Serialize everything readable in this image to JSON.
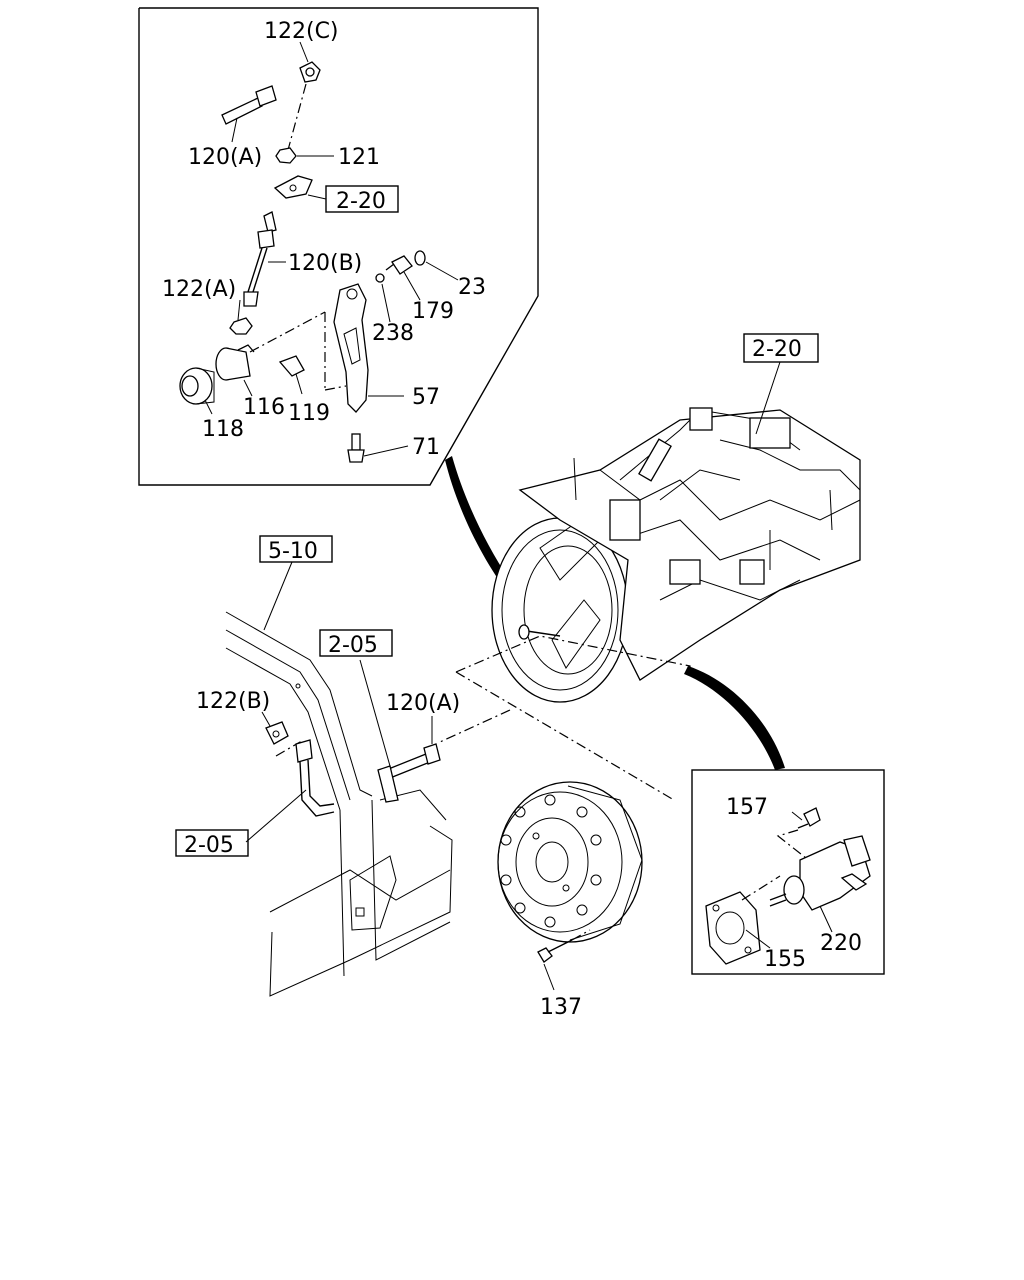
{
  "callouts": {
    "c122c": "122(C)",
    "c120a_top": "120(A)",
    "c121": "121",
    "c120b": "120(B)",
    "c122a": "122(A)",
    "c23": "23",
    "c179": "179",
    "c238": "238",
    "c116": "116",
    "c119": "119",
    "c118": "118",
    "c57": "57",
    "c71": "71",
    "c122b": "122(B)",
    "c120a_mid": "120(A)",
    "c157": "157",
    "c155": "155",
    "c220": "220",
    "c137": "137"
  },
  "references": {
    "r220_inset": "2-20",
    "r220_main": "2-20",
    "r510": "5-10",
    "r205_top": "2-05",
    "r205_bottom": "2-05"
  }
}
